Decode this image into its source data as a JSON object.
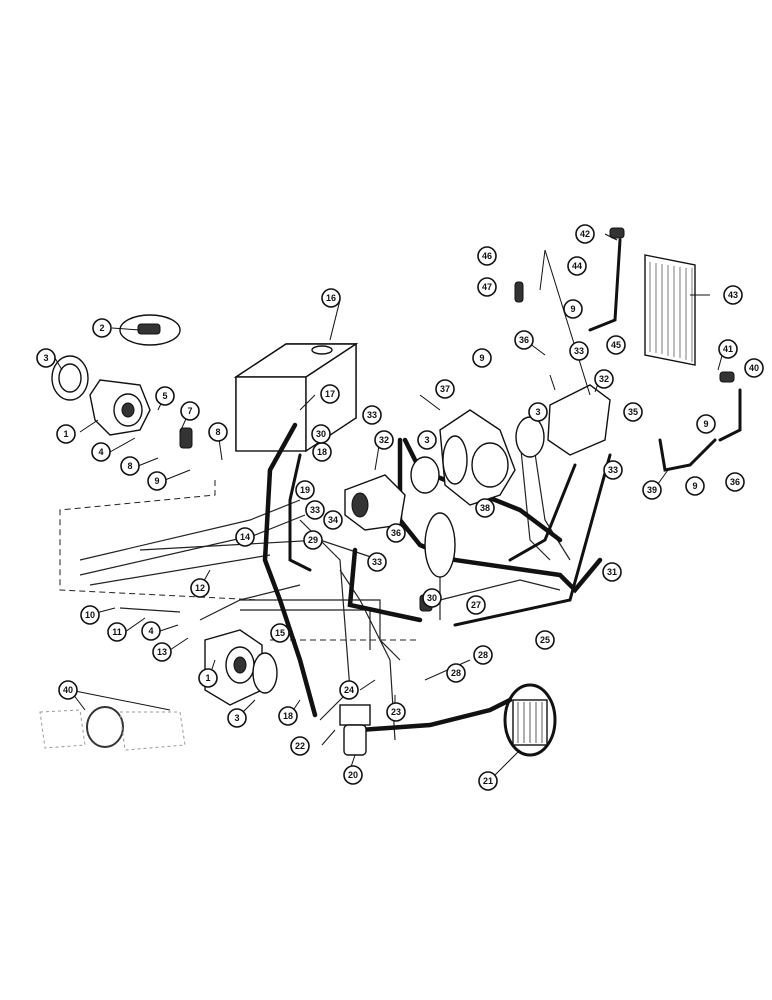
{
  "diagram": {
    "callouts": [
      "1",
      "2",
      "3",
      "4",
      "5",
      "7",
      "8",
      "9",
      "10",
      "11",
      "12",
      "13",
      "14",
      "15",
      "16",
      "17",
      "18",
      "19",
      "20",
      "21",
      "22",
      "23",
      "24",
      "25",
      "27",
      "28",
      "29",
      "30",
      "31",
      "32",
      "33",
      "34",
      "35",
      "36",
      "37",
      "38",
      "39",
      "40",
      "41",
      "42",
      "43",
      "44",
      "45",
      "46",
      "47"
    ]
  }
}
